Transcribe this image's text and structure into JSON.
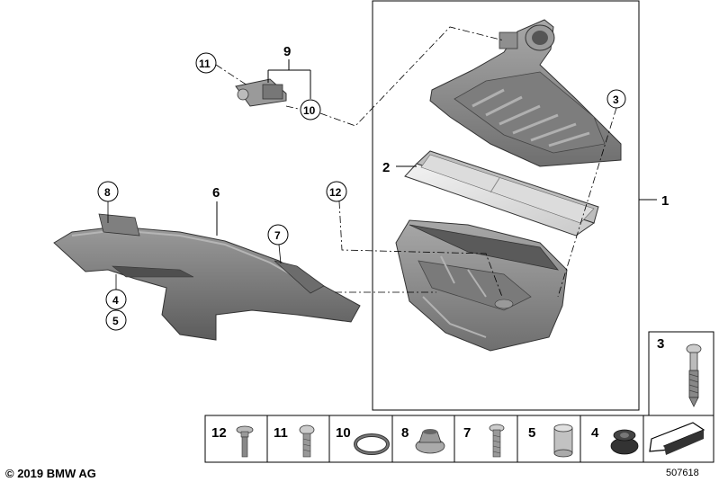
{
  "diagram": {
    "copyright": "© 2019 BMW AG",
    "reference_number": "507618",
    "callouts": {
      "c1": "1",
      "c2": "2",
      "c3": "3",
      "c4": "4",
      "c5": "5",
      "c6": "6",
      "c7": "7",
      "c8": "8",
      "c9": "9",
      "c10": "10",
      "c11": "11",
      "c12": "12"
    },
    "detail_box": {
      "label": "3"
    },
    "legend": [
      {
        "label": "12",
        "icon": "flange-bolt-icon"
      },
      {
        "label": "11",
        "icon": "torx-screw-icon"
      },
      {
        "label": "10",
        "icon": "o-ring-icon"
      },
      {
        "label": "8",
        "icon": "hex-nut-icon"
      },
      {
        "label": "7",
        "icon": "screw-icon"
      },
      {
        "label": "5",
        "icon": "sleeve-icon"
      },
      {
        "label": "4",
        "icon": "grommet-icon"
      }
    ],
    "colors": {
      "part_fill": "#8a8a8a",
      "part_dark": "#5f5f5f",
      "part_light": "#b5b5b5",
      "filter_light": "#e6e6e6",
      "line": "#000000"
    }
  }
}
